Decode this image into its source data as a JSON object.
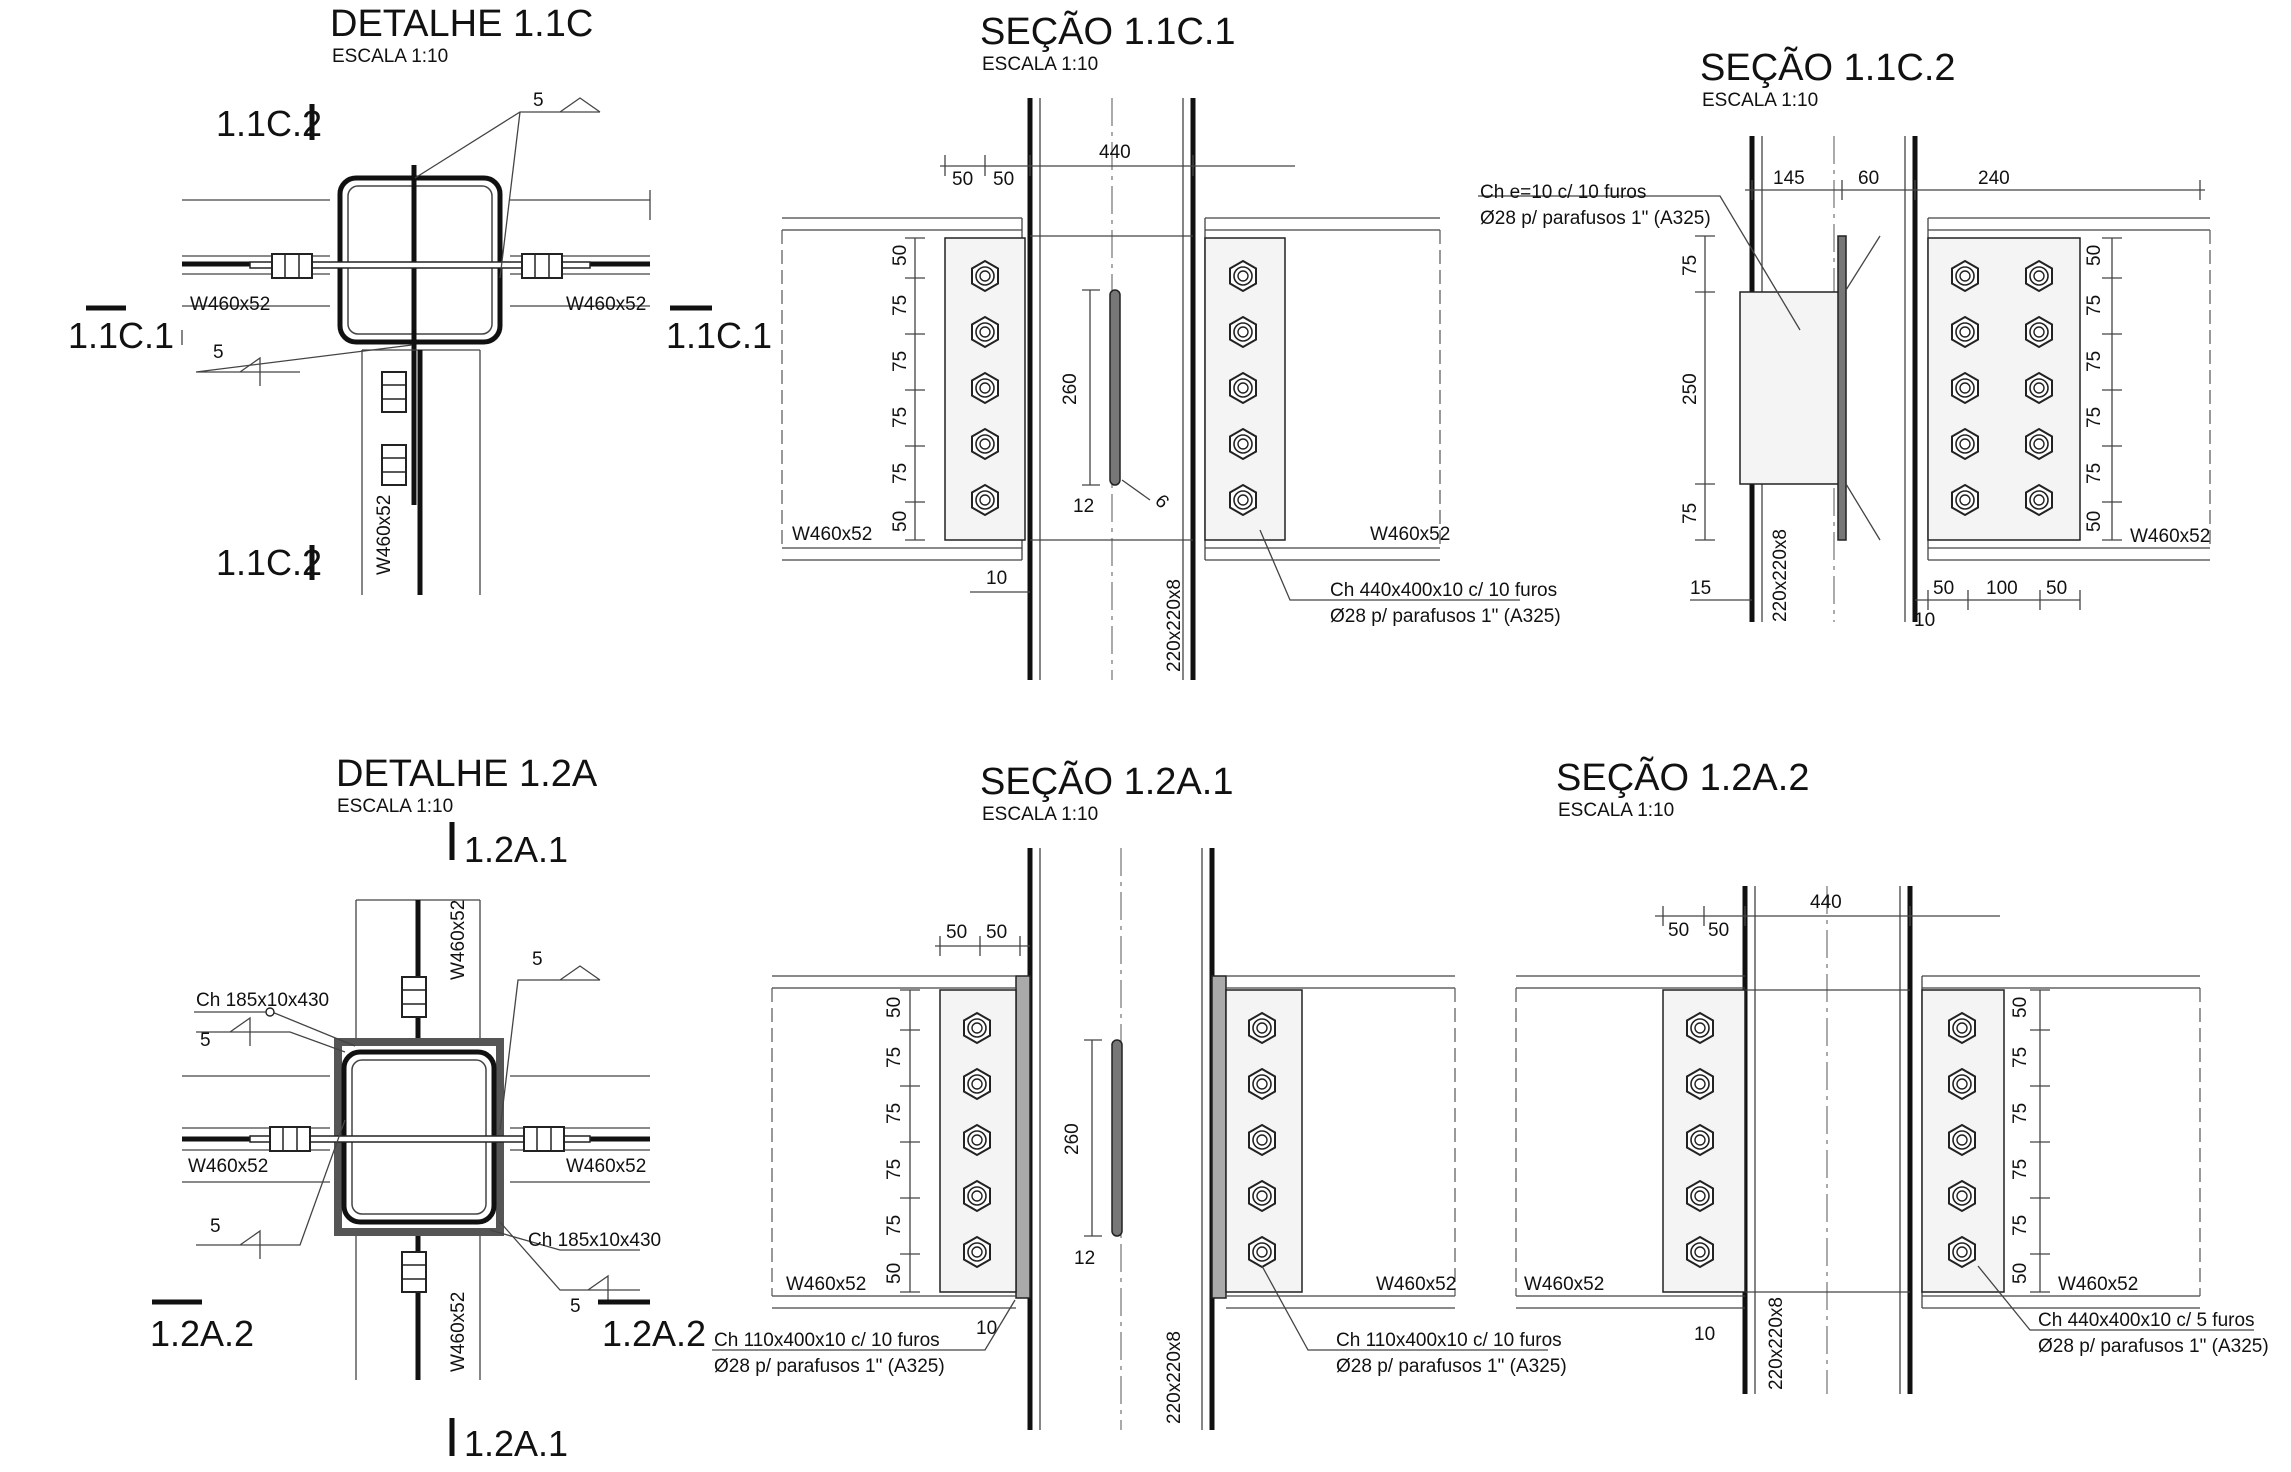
{
  "d11c": {
    "title": "DETALHE 1.1C",
    "scale": "ESCALA 1:10",
    "cut_top": "1.1C.2",
    "cut_bottom": "1.1C.2",
    "cut_left": "1.1C.1",
    "cut_right": "1.1C.1",
    "weld_top": "5",
    "weld_bottom": "5",
    "beam_left": "W460x52",
    "beam_right": "W460x52",
    "beam_bottom": "W460x52"
  },
  "s11c1": {
    "title": "SEÇÃO 1.1C.1",
    "scale": "ESCALA 1:10",
    "dims_top": [
      "50",
      "50",
      "440"
    ],
    "dims_left": [
      "50",
      "75",
      "75",
      "75",
      "75",
      "50"
    ],
    "dim_slot": "260",
    "dim_12": "12",
    "weld": "6",
    "dim_10": "10",
    "beam_left": "W460x52",
    "beam_right": "W460x52",
    "column": "220x220x8",
    "plate_note_1": "Ch 440x400x10 c/ 10 furos",
    "plate_note_2": "Ø28 p/ parafusos 1\" (A325)"
  },
  "s11c2": {
    "title": "SEÇÃO 1.1C.2",
    "scale": "ESCALA 1:10",
    "dims_top": [
      "145",
      "60",
      "240"
    ],
    "dims_left": [
      "75",
      "250",
      "75"
    ],
    "dims_right": [
      "50",
      "75",
      "75",
      "75",
      "75",
      "50"
    ],
    "dims_bottom": [
      "15",
      "50",
      "100",
      "50",
      "10"
    ],
    "plate_note_1": "Ch e=10 c/ 10 furos",
    "plate_note_2": "Ø28 p/ parafusos 1\" (A325)",
    "column": "220x220x8",
    "beam_right": "W460x52"
  },
  "d12a": {
    "title": "DETALHE 1.2A",
    "scale": "ESCALA 1:10",
    "cut_top": "1.2A.1",
    "cut_bottom": "1.2A.1",
    "cut_left": "1.2A.2",
    "cut_right": "1.2A.2",
    "plate_top": "Ch 185x10x430",
    "plate_bottom": "Ch 185x10x430",
    "weld_a": "5",
    "weld_b": "5",
    "weld_c": "5",
    "weld_d": "5",
    "beam_left": "W460x52",
    "beam_right": "W460x52",
    "beam_top": "W460x52",
    "beam_bottom": "W460x52"
  },
  "s12a1": {
    "title": "SEÇÃO 1.2A.1",
    "scale": "ESCALA 1:10",
    "dims_top": [
      "50",
      "50"
    ],
    "dims_left": [
      "50",
      "75",
      "75",
      "75",
      "75",
      "50"
    ],
    "dim_slot": "260",
    "dim_12": "12",
    "dim_10": "10",
    "beam_left": "W460x52",
    "beam_right": "W460x52",
    "column": "220x220x8",
    "note_left_1": "Ch 110x400x10 c/ 10 furos",
    "note_left_2": "Ø28 p/ parafusos 1\" (A325)",
    "note_right_1": "Ch 110x400x10 c/ 10 furos",
    "note_right_2": "Ø28 p/ parafusos 1\" (A325)"
  },
  "s12a2": {
    "title": "SEÇÃO 1.2A.2",
    "scale": "ESCALA 1:10",
    "dims_top": [
      "50",
      "50",
      "440"
    ],
    "dims_right": [
      "50",
      "75",
      "75",
      "75",
      "75",
      "50"
    ],
    "dim_10": "10",
    "column": "220x220x8",
    "beam_left": "W460x52",
    "beam_right": "W460x52",
    "note_1": "Ch 440x400x10 c/ 5 furos",
    "note_2": "Ø28 p/ parafusos 1\" (A325)"
  },
  "colors": {
    "line": "#222222",
    "background": "#ffffff"
  }
}
